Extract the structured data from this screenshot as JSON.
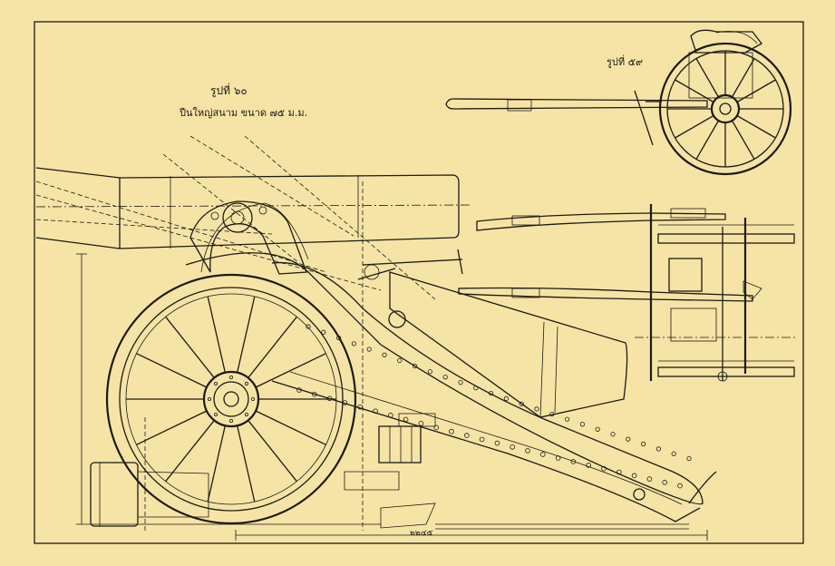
{
  "plate": {
    "figure_label_left": "รูปที่ ๖๐",
    "caption_left": "ปืนใหญ่สนาม ขนาด ๗๕ ม.ม.",
    "figure_label_right": "รูปที่ ๕๙",
    "bottom_dimension": "๒๒๔๕"
  },
  "colors": {
    "paper": "#f6e4a6",
    "ink": "#1c1a14"
  }
}
